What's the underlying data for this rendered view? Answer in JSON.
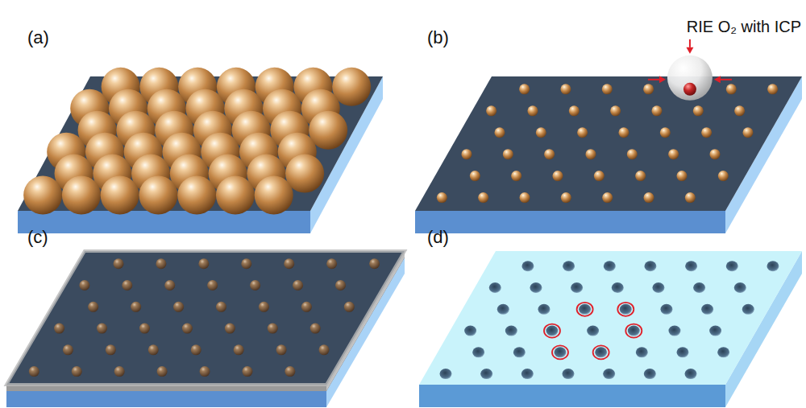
{
  "diagram": {
    "labels": [
      "(a)",
      "(b)",
      "(c)",
      "(d)",
      "RIE O₂ with ICP"
    ]
  }
}
